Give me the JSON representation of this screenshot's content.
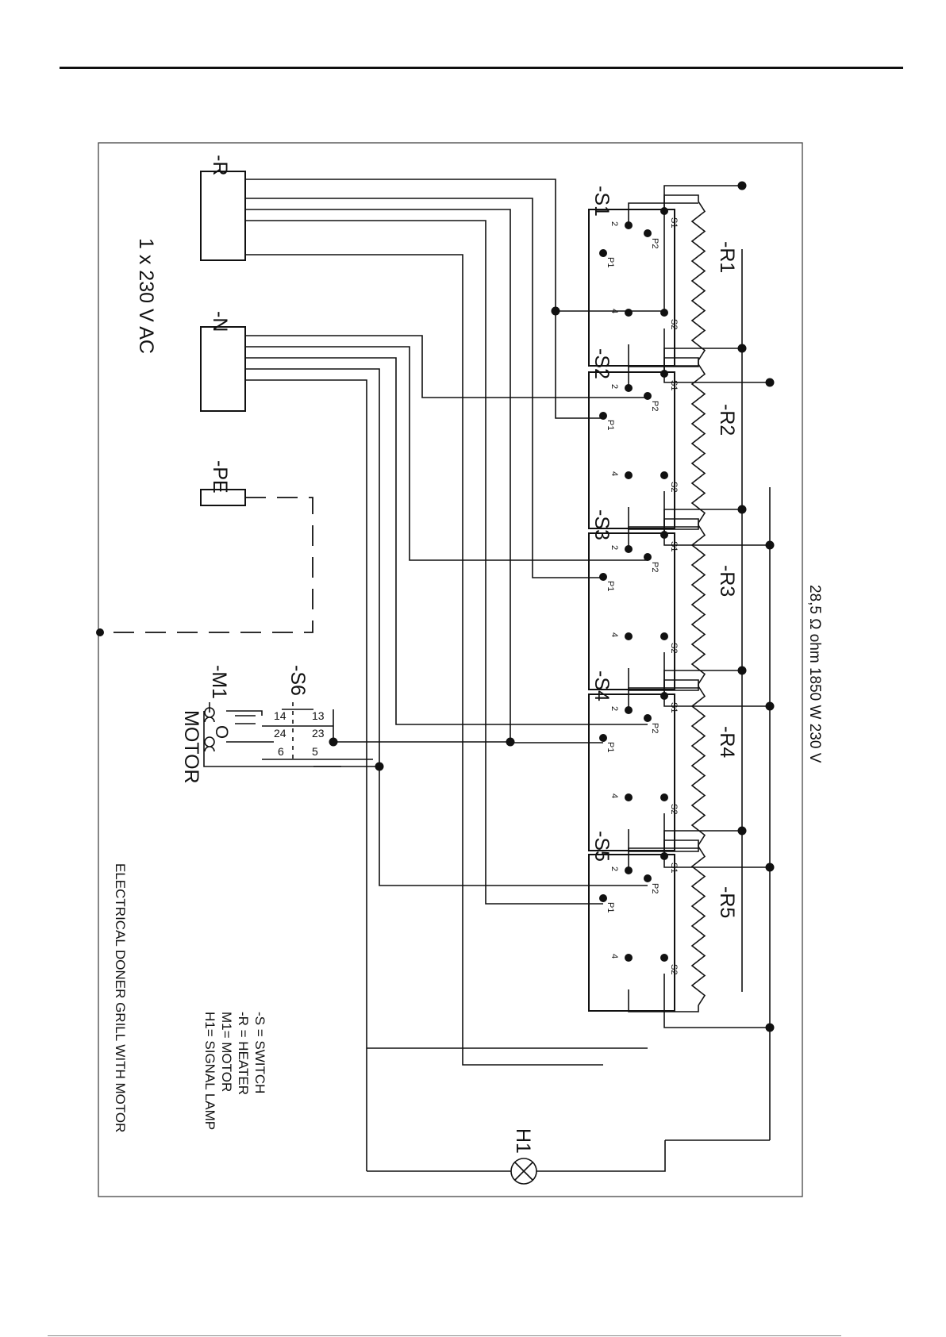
{
  "supply": {
    "voltage": "1 x 230 V AC",
    "line": "-R",
    "neutral": "-N",
    "earth": "-PE"
  },
  "rating": "28,5 Ω ohm 1850 W 230 V",
  "switches": [
    {
      "tag": "-S1",
      "heater": "-R1"
    },
    {
      "tag": "-S2",
      "heater": "-R2"
    },
    {
      "tag": "-S3",
      "heater": "-R3"
    },
    {
      "tag": "-S4",
      "heater": "-R4"
    },
    {
      "tag": "-S5",
      "heater": "-R5"
    }
  ],
  "switch_terminals": {
    "s1": "S1",
    "p2": "P2",
    "s2": "S2",
    "t2": "2",
    "p1": "P1",
    "t4": "4"
  },
  "motor": {
    "tag": "-M1",
    "label": "MOTOR",
    "symbol": "O"
  },
  "motor_switch": {
    "tag": "-S6",
    "contacts": [
      "14",
      "13",
      "24",
      "23",
      "6",
      "5"
    ]
  },
  "lamp": {
    "tag": "H1"
  },
  "legend": [
    "-S = SWITCH",
    "-R = HEATER",
    "M1= MOTOR",
    "H1= SIGNAL LAMP"
  ],
  "title": "ELECTRICAL DONER GRILL WITH MOTOR"
}
